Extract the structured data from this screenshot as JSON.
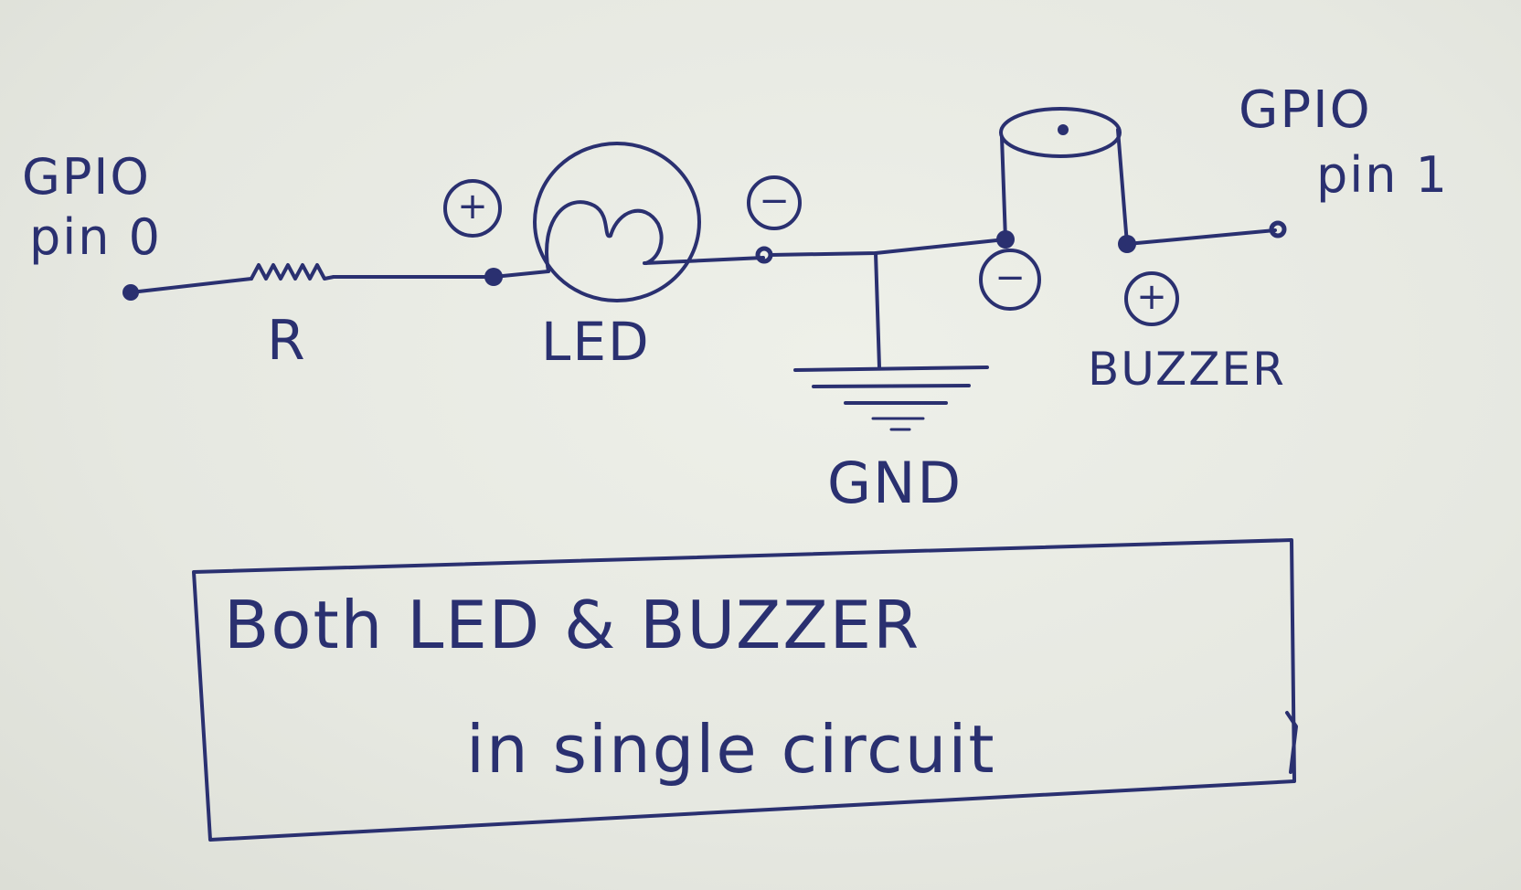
{
  "labels": {
    "gpio0_line1": "GPIO",
    "gpio0_line2": "pin 0",
    "gpio1_line1": "GPIO",
    "gpio1_line2": "pin 1",
    "resistor": "R",
    "led": "LED",
    "gnd": "GND",
    "buzzer": "BUZZER",
    "plus": "+",
    "minus": "−"
  },
  "note": {
    "line1": "Both LED & BUZZER",
    "line2": "in single circuit"
  },
  "colors": {
    "ink": "#2a3070",
    "paper": "#e9ebe4"
  }
}
